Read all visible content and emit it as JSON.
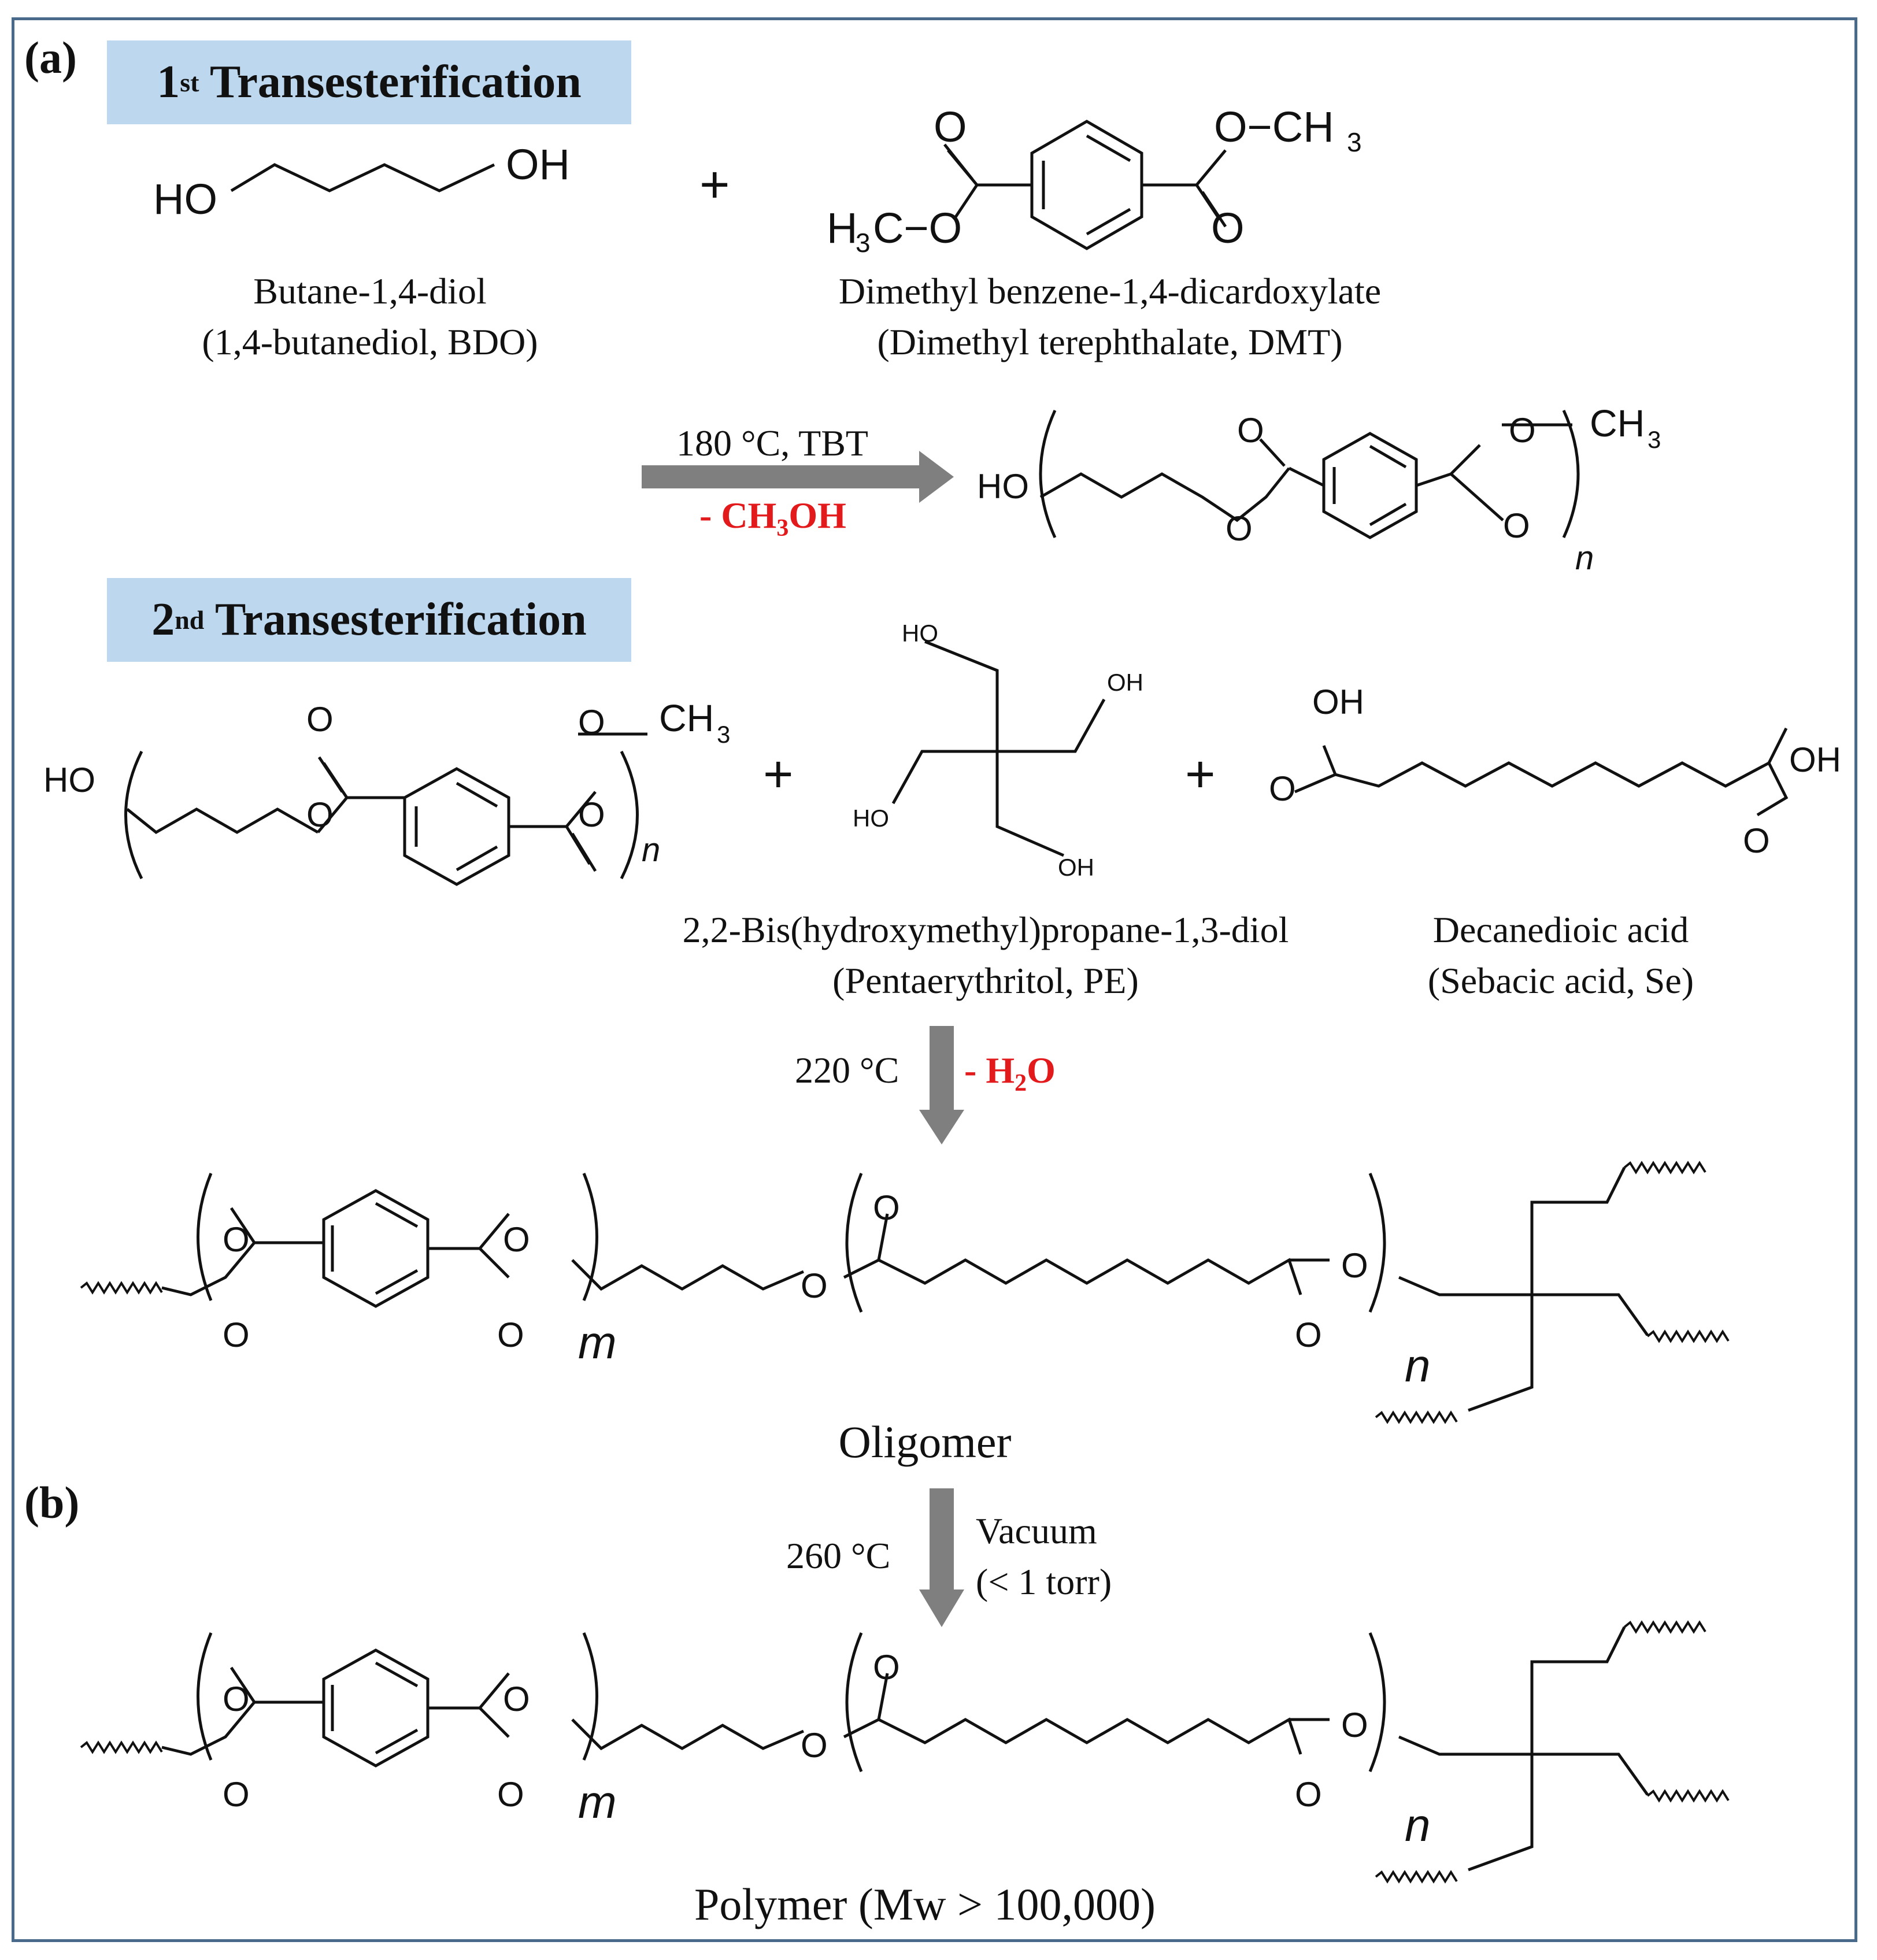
{
  "panels": {
    "a": "(a)",
    "b": "(b)"
  },
  "headers": {
    "first": {
      "num": "1",
      "sup": "st",
      "text": " Transesterification"
    },
    "second": {
      "num": "2",
      "sup": "nd",
      "text": " Transesterification"
    }
  },
  "atoms": {
    "oh": "OH",
    "ho": "HO",
    "o": "O",
    "och3": "O−CH",
    "h3co_h": "H",
    "h3co_rest": "C−O",
    "ch": "CH",
    "three": "3",
    "plus": "+",
    "n": "n",
    "m": "m"
  },
  "compounds": {
    "bdo": {
      "line1": "Butane-1,4-diol",
      "line2": "(1,4-butanediol, BDO)"
    },
    "dmt": {
      "line1": "Dimethyl benzene-1,4-dicardoxylate",
      "line2": "(Dimethyl terephthalate, DMT)"
    },
    "pe": {
      "line1": "2,2-Bis(hydroxymethyl)propane-1,3-diol",
      "line2": "(Pentaerythritol, PE)"
    },
    "se": {
      "line1": "Decanedioic acid",
      "line2": "(Sebacic acid, Se)"
    }
  },
  "conditions": {
    "step1_top": "180 °C, TBT",
    "step1_bottom_pre": "- CH",
    "step1_bottom_sub": "3",
    "step1_bottom_post": "OH",
    "step2_left": "220 °C",
    "step2_right_pre": "- H",
    "step2_right_sub": "2",
    "step2_right_post": "O",
    "step3_left": "260 °C",
    "step3_right_1": "Vacuum",
    "step3_right_2": "(< 1 torr)"
  },
  "labels": {
    "oligomer": "Oligomer",
    "polymer": "Polymer (Mw > 100,000)"
  },
  "colors": {
    "header_bg": "#bdd7ee",
    "frame": "#4a6a8c",
    "arrow": "#7f7f7f",
    "red": "#e31a1c"
  }
}
